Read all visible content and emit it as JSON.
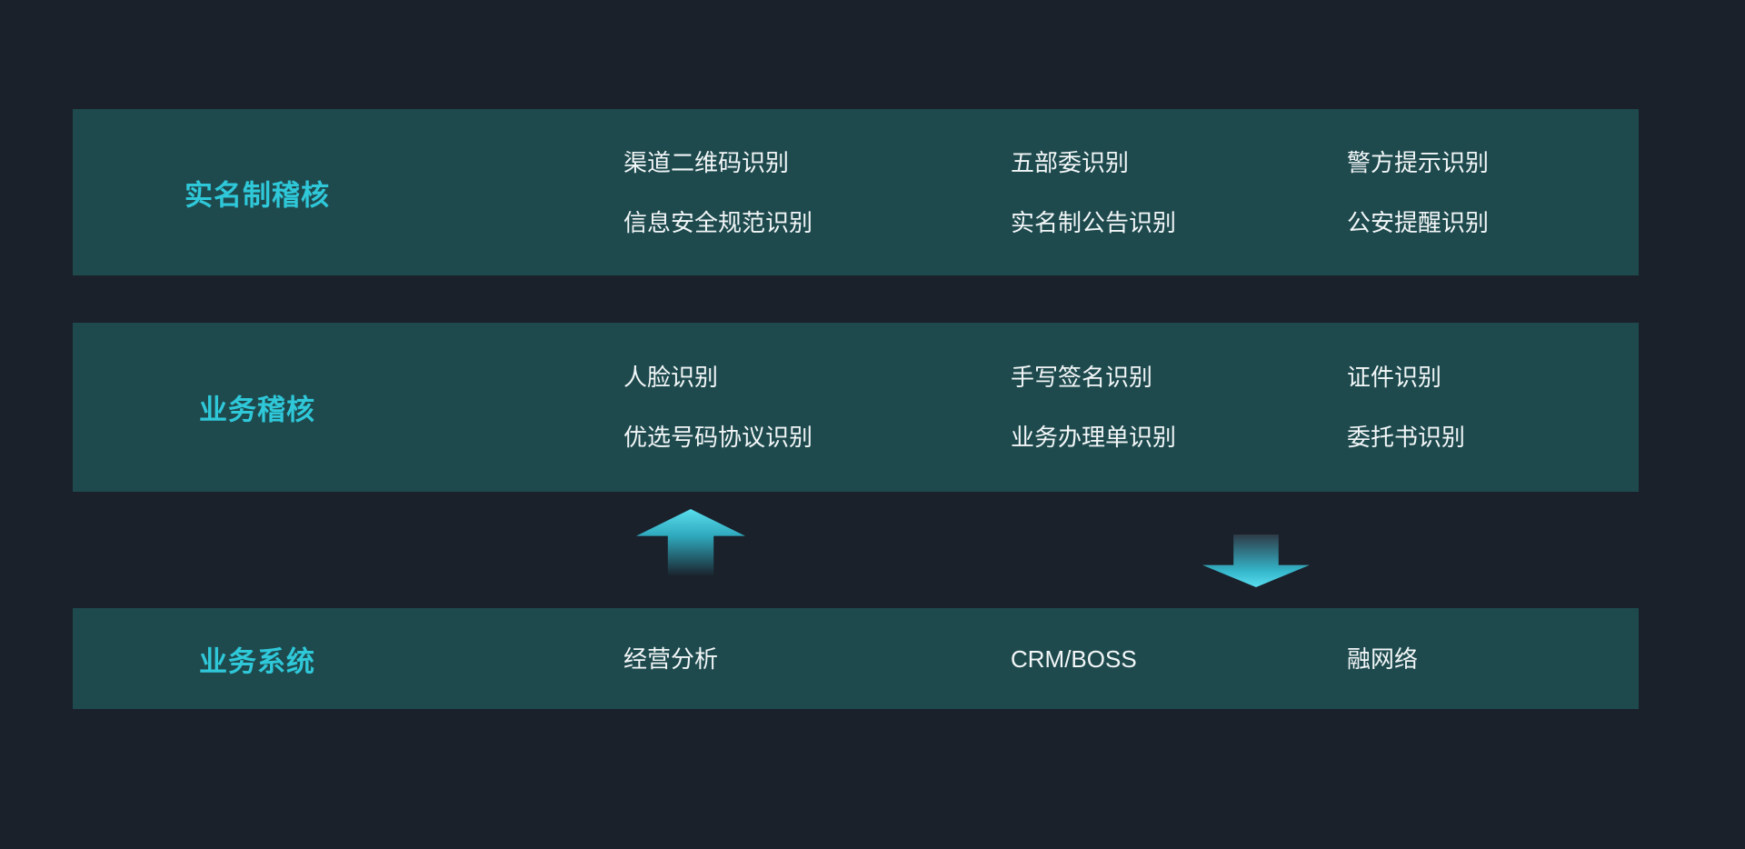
{
  "colors": {
    "background": "#1a212b",
    "band_background": "#1e4a4e",
    "accent_cyan": "#2fc8d9",
    "item_text": "#f2f6f7"
  },
  "icons": {
    "up_arrow": "up-arrow-icon",
    "down_arrow": "down-arrow-icon"
  },
  "bands": [
    {
      "label": "实名制稽核",
      "columns": [
        {
          "items": [
            "渠道二维码识别",
            "信息安全规范识别"
          ]
        },
        {
          "items": [
            "五部委识别",
            "实名制公告识别"
          ]
        },
        {
          "items": [
            "警方提示识别",
            "公安提醒识别"
          ]
        }
      ]
    },
    {
      "label": "业务稽核",
      "columns": [
        {
          "items": [
            "人脸识别",
            "优选号码协议识别"
          ]
        },
        {
          "items": [
            "手写签名识别",
            "业务办理单识别"
          ]
        },
        {
          "items": [
            "证件识别",
            "委托书识别"
          ]
        }
      ]
    },
    {
      "label": "业务系统",
      "columns": [
        {
          "items": [
            "经营分析"
          ]
        },
        {
          "items": [
            "CRM/BOSS"
          ]
        },
        {
          "items": [
            "融网络"
          ]
        }
      ]
    }
  ]
}
